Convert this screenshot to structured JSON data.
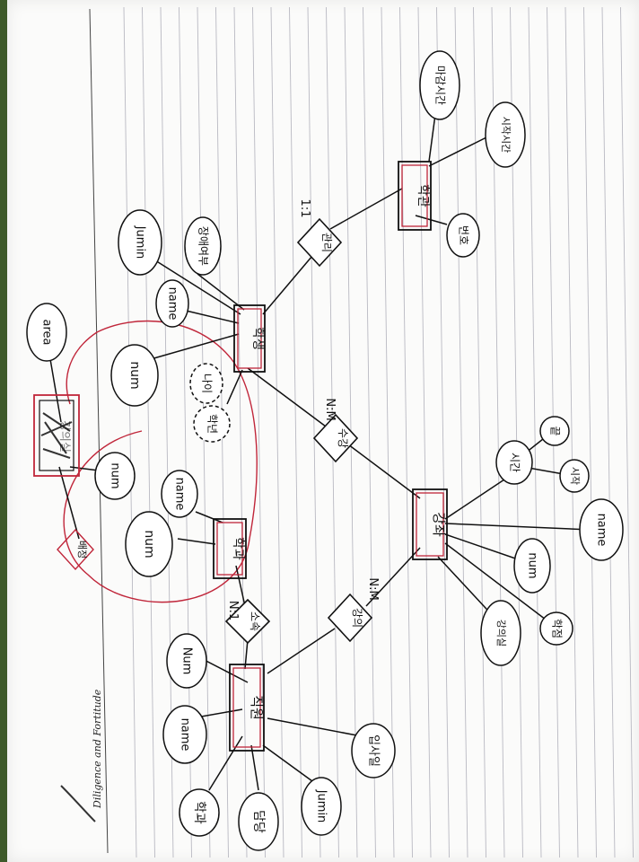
{
  "notebook": {
    "motto": "Diligence and Fortitude",
    "paper_color": "#fbfbfa",
    "line_color": "#b9b9c2",
    "margin_color": "#444444",
    "ink_color": "#111111",
    "highlight_color": "#c0263a"
  },
  "entities": {
    "employee": "직원",
    "student": "학생",
    "course": "강좌",
    "hall": "학관",
    "lecture_room": "강의실",
    "department": "학과"
  },
  "relationships": {
    "belongs": "소속",
    "teaches": "강의",
    "enroll": "수강",
    "manage": "관리",
    "assign": "배정"
  },
  "cardinalities": {
    "belongs": "N:1",
    "teaches": "N:M",
    "enroll": "N:M",
    "manage": "1:1"
  },
  "attributes": {
    "employee": [
      "name",
      "Num",
      "담당",
      "학과",
      "Jumin",
      "입사일"
    ],
    "department": [
      "num",
      "name"
    ],
    "student": [
      "num",
      "name",
      "Jumin",
      "장애여부",
      "나이",
      "학년"
    ],
    "course": [
      "name",
      "num",
      "시간",
      "시작",
      "끝",
      "학점",
      "강의실"
    ],
    "hall": [
      "번호",
      "시작시간",
      "마감시간"
    ],
    "lecture_room": [
      "num",
      "area"
    ]
  }
}
